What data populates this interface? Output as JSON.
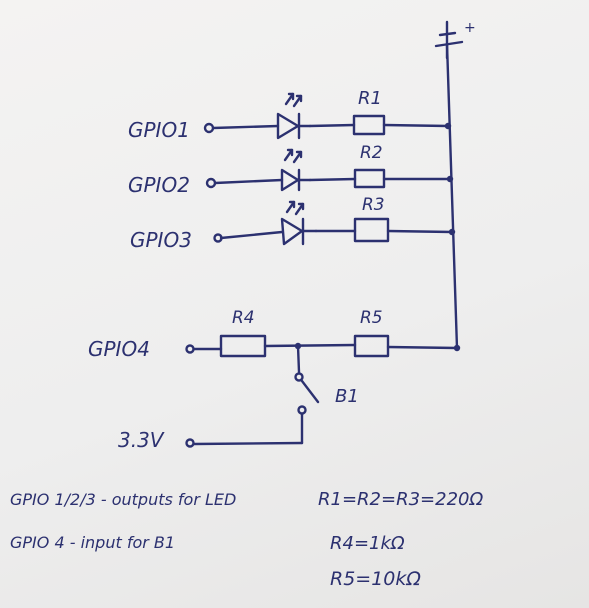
{
  "schematic": {
    "supply_symbol": "+",
    "inputs": {
      "gpio1": "GPIO1",
      "gpio2": "GPIO2",
      "gpio3": "GPIO3",
      "gpio4": "GPIO4",
      "vcc": "3.3V"
    },
    "components": {
      "r1": "R1",
      "r2": "R2",
      "r3": "R3",
      "r4": "R4",
      "r5": "R5",
      "b1": "B1"
    }
  },
  "notes": {
    "line1": "GPIO 1/2/3 - outputs for LED",
    "line2": "GPIO 4 - input for B1",
    "values": {
      "r123": "R1=R2=R3=220Ω",
      "r4": "R4=1kΩ",
      "r5": "R5=10kΩ"
    }
  }
}
